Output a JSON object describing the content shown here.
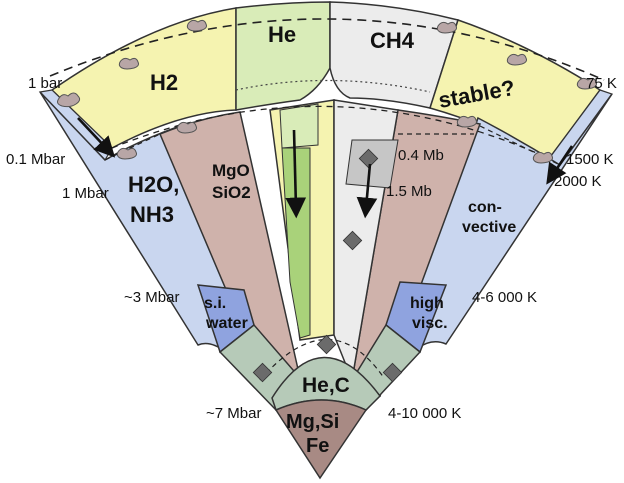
{
  "labels": {
    "h2": "H2",
    "he_top": "He",
    "ch4": "CH4",
    "stable": "stable?",
    "h2o": "H2O,",
    "nh3": "NH3",
    "mgo": "MgO",
    "sio2": "SiO2",
    "convective_1": "con-",
    "convective_2": "vective",
    "si_water_1": "s.i.",
    "si_water_2": "water",
    "high_visc_1": "high",
    "high_visc_2": "visc.",
    "hec": "He,C",
    "core_1": "Mg,Si",
    "core_2": "Fe"
  },
  "pressure_labels": {
    "p1": "1 bar",
    "p2": "0.1 Mbar",
    "p3": "1 Mbar",
    "p4": "~3 Mbar",
    "p5": "~7 Mbar",
    "p6": "0.4 Mb",
    "p7": "1.5 Mb"
  },
  "temperature_labels": {
    "t1": "75 K",
    "t2": "1500 K",
    "t3": "2000 K",
    "t4": "4-6 000 K",
    "t5": "4-10 000 K"
  },
  "colors": {
    "h2_layer": "#f5f3b0",
    "he_layer": "#d9ecb8",
    "ch4_layer": "#ececec",
    "water_layer": "#c9d6ef",
    "rock_layer": "#cfb2ab",
    "si_water": "#8fa3df",
    "deep_layer": "#b6cab8",
    "core": "#a88a84",
    "green_strip": "#a9d27a",
    "grey_strip": "#c6c6c6",
    "marker": "#6b6b6b"
  }
}
